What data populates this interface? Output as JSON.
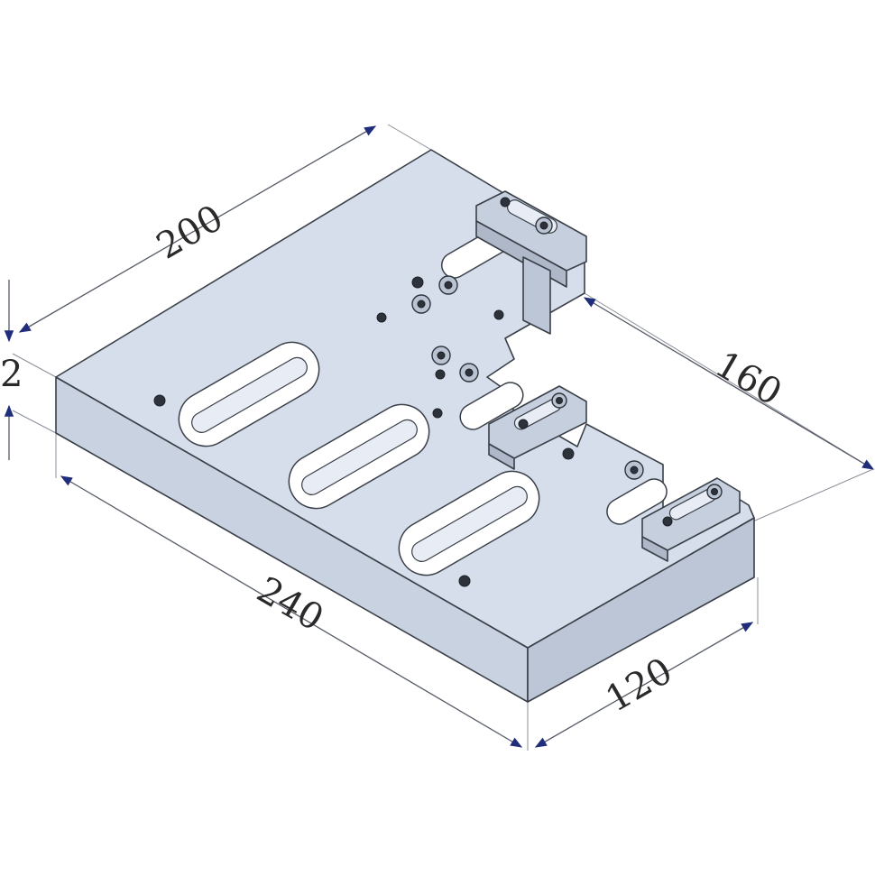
{
  "dimensions": {
    "width_back": "200",
    "depth_right": "160",
    "length_front": "240",
    "width_front": "120",
    "thickness": "2"
  },
  "colors": {
    "plate_top": "#d6deeb",
    "plate_front": "#c9d2e1",
    "plate_side": "#bcc6d6",
    "arrow": "#1f2d7a"
  }
}
